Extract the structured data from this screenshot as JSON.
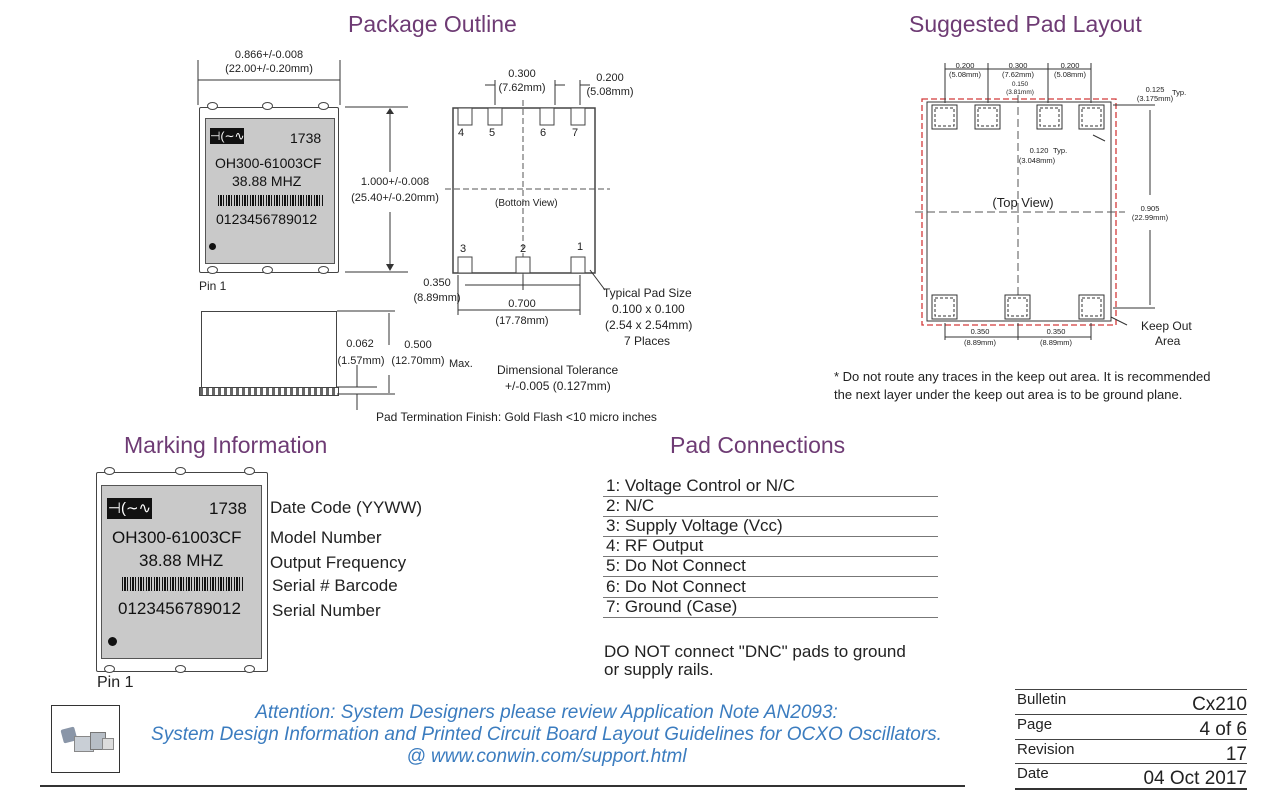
{
  "headings": {
    "package_outline": "Package Outline",
    "suggested_pad_layout": "Suggested Pad Layout",
    "marking_information": "Marking Information",
    "pad_connections": "Pad Connections"
  },
  "package_outline": {
    "width_dim": "0.866+/-0.008",
    "width_dim_mm": "(22.00+/-0.20mm)",
    "height_dim": "1.000+/-0.008",
    "height_dim_mm": "(25.40+/-0.20mm)",
    "pin1_label": "Pin 1",
    "chip": {
      "date_code": "1738",
      "model": "OH300-61003CF",
      "frequency": "38.88 MHZ",
      "serial": "0123456789012"
    },
    "bottom_view": {
      "pitch_top": "0.300",
      "pitch_top_mm": "(7.62mm)",
      "edge_top": "0.200",
      "edge_top_mm": "(5.08mm)",
      "label": "(Bottom View)",
      "pin_numbers_top": [
        "4",
        "5",
        "6",
        "7"
      ],
      "pin_numbers_bottom": [
        "3",
        "2",
        "1"
      ],
      "left_dim": "0.350",
      "left_dim_mm": "(8.89mm)",
      "span_dim": "0.700",
      "span_dim_mm": "(17.78mm)",
      "pad_size_title": "Typical Pad Size",
      "pad_size": "0.100 x 0.100",
      "pad_size_mm": "(2.54 x 2.54mm)",
      "places": "7 Places"
    },
    "side_view": {
      "standoff": "0.062",
      "standoff_mm": "(1.57mm)",
      "height": "0.500",
      "height_mm": "(12.70mm)",
      "max": "Max."
    },
    "tolerance_title": "Dimensional Tolerance",
    "tolerance": "+/-0.005 (0.127mm)",
    "finish": "Pad Termination Finish: Gold Flash <10 micro inches"
  },
  "pad_layout": {
    "top_dims": [
      {
        "in": "0.200",
        "mm": "(5.08mm)"
      },
      {
        "in": "0.300",
        "mm": "(7.62mm)"
      },
      {
        "in": "0.200",
        "mm": "(5.08mm)"
      }
    ],
    "center_dim": "0.150",
    "center_dim_mm": "(3.81mm)",
    "edge_typ": "0.125",
    "edge_typ_mm": "(3.175mm)",
    "typ": "Typ.",
    "pad_typ": "0.120",
    "pad_typ_mm": "(3.048mm)",
    "top_view": "(Top View)",
    "right_dim": "0.905",
    "right_dim_mm": "(22.99mm)",
    "bottom_dims": [
      {
        "in": "0.350",
        "mm": "(8.89mm)"
      },
      {
        "in": "0.350",
        "mm": "(8.89mm)"
      }
    ],
    "keep_out": "Keep Out",
    "keep_out_area": "Area",
    "note_line1": "* Do not route any traces in the keep out area. It is recommended",
    "note_line2": "the next layer under the keep out area is to be ground plane."
  },
  "marking": {
    "date_code": "1738",
    "model": "OH300-61003CF",
    "frequency": "38.88 MHZ",
    "serial": "0123456789012",
    "pin1": "Pin 1",
    "labels": [
      "Date Code (YYWW)",
      "Model Number",
      "Output Frequency",
      "Serial # Barcode",
      "Serial Number"
    ]
  },
  "connections": {
    "rows": [
      "1:  Voltage Control or N/C",
      "2:  N/C",
      "3:  Supply Voltage (Vcc)",
      "4:  RF Output",
      "5:  Do Not Connect",
      "6:  Do Not Connect",
      "7:  Ground (Case)"
    ],
    "note_line1": "DO NOT connect \"DNC\" pads to ground",
    "note_line2": "or supply rails."
  },
  "attention": {
    "line1": "Attention: System Designers please review Application Note AN2093:",
    "line2": "System Design Information and Printed Circuit Board Layout Guidelines for OCXO Oscillators.",
    "line3": "@ www.conwin.com/support.html"
  },
  "bulletin": {
    "rows": [
      {
        "key": "Bulletin",
        "value": "Cx210"
      },
      {
        "key": "Page",
        "value": "4 of 6"
      },
      {
        "key": "Revision",
        "value": "17"
      },
      {
        "key": "Date",
        "value": "04 Oct 2017"
      }
    ]
  }
}
